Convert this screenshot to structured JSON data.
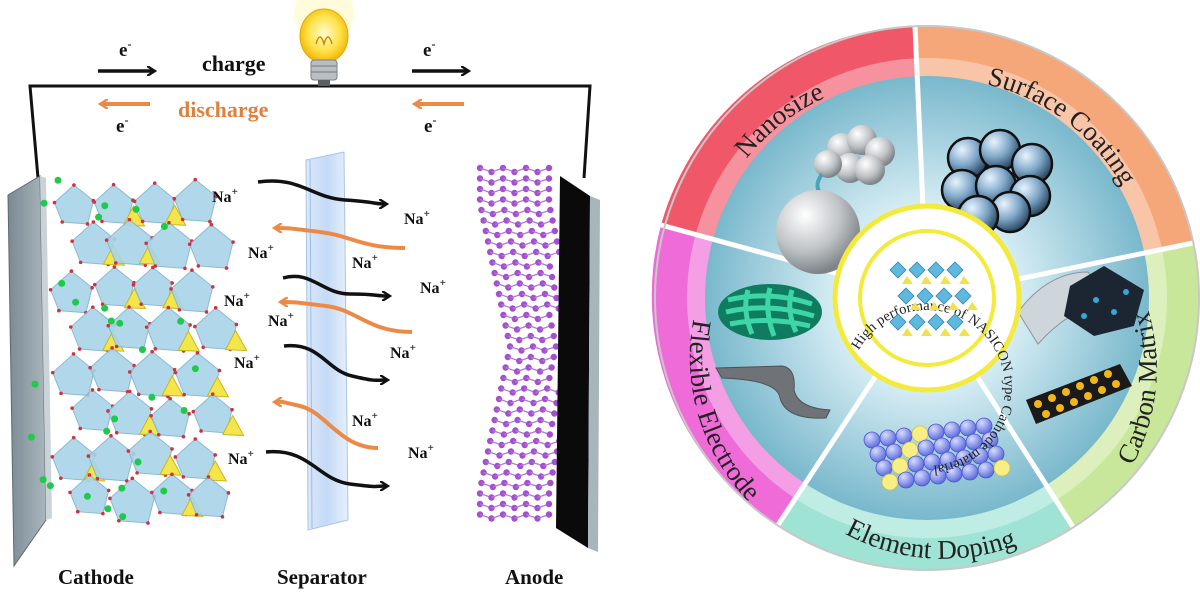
{
  "battery": {
    "electron_left_top": "e",
    "electron_right_top": "e",
    "electron_left_bottom": "e",
    "electron_right_bottom": "e",
    "electron_superscript": "-",
    "charge": "charge",
    "discharge": "discharge",
    "ion": "Na",
    "ion_superscript": "+",
    "cathode": "Cathode",
    "separator": "Separator",
    "anode": "Anode",
    "colors": {
      "charge_arrow": "#111111",
      "discharge_arrow": "#ec8a45",
      "discharge_text": "#e0803c"
    }
  },
  "wheel": {
    "center_text": "High performance of NASICON type Cathode material",
    "segments": {
      "nanosize": "Nanosize",
      "surface_coating": "Surface Coating",
      "carbon_matrix": "Carbon Matrix",
      "element_doping": "Element Doping",
      "flexible_electrode": "Flexible Electrode"
    },
    "colors": {
      "nanosize": "#f0586a",
      "surface_coating": "#f6a77a",
      "carbon_matrix": "#c9e79a",
      "element_doping": "#9fe3d4",
      "flexible_electrode": "#ee6bd8",
      "inner": "#9fd0de",
      "center_ring": "#f3ea3c"
    }
  }
}
